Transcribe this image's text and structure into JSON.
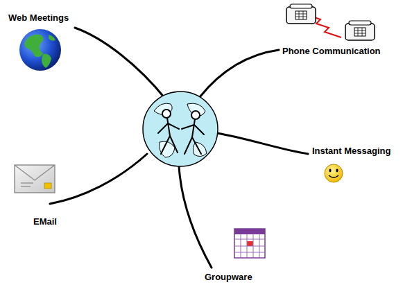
{
  "diagram": {
    "labels": [
      "Web Meetings",
      "Phone Communication",
      "Instant Messaging",
      "EMail",
      "Groupware"
    ]
  }
}
